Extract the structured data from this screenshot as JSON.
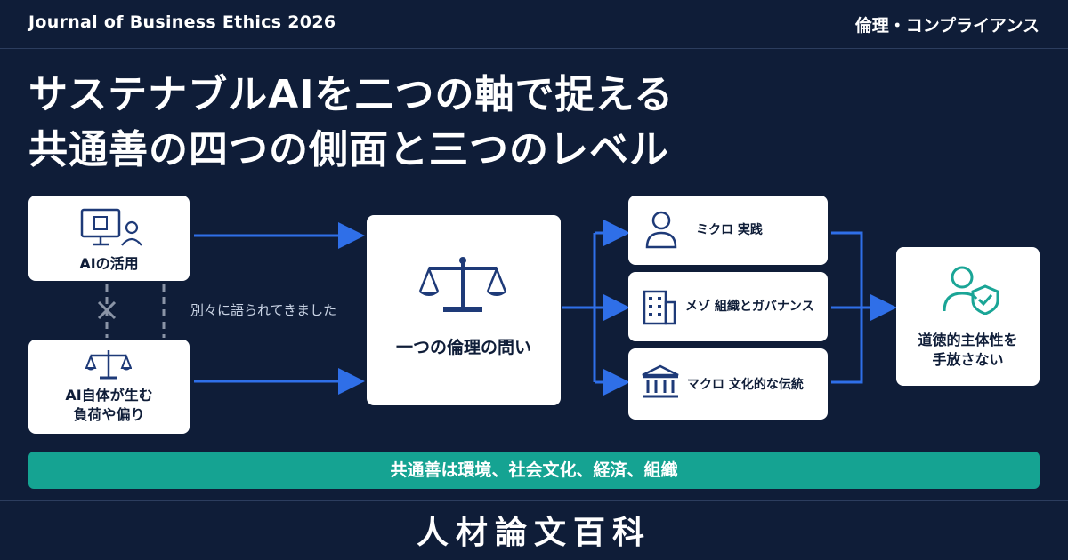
{
  "header": {
    "journal": "Journal of Business Ethics 2026",
    "category": "倫理・コンプライアンス"
  },
  "title": {
    "line1": "サステナブルAIを二つの軸で捉える",
    "line2": "共通善の四つの側面と三つのレベル"
  },
  "left": {
    "top_label": "AIの活用",
    "bottom_label_line1": "AI自体が生む",
    "bottom_label_line2": "負荷や偏り",
    "note": "別々に語られてきました"
  },
  "center": {
    "label": "一つの倫理の問い"
  },
  "levels": [
    {
      "label": "ミクロ  実践",
      "icon": "person-icon"
    },
    {
      "label": "メゾ  組織とガバナンス",
      "icon": "building-icon"
    },
    {
      "label": "マクロ  文化的な伝統",
      "icon": "institution-icon"
    }
  ],
  "result": {
    "line1": "道徳的主体性を",
    "line2": "手放さない"
  },
  "banner": "共通善は環境、社会文化、経済、組織",
  "footer": "人材論文百科",
  "colors": {
    "background": "#0f1d38",
    "arrow": "#2f6fe8",
    "banner": "#15a392",
    "icon_navy": "#1e3a78",
    "icon_teal": "#1aa596"
  }
}
